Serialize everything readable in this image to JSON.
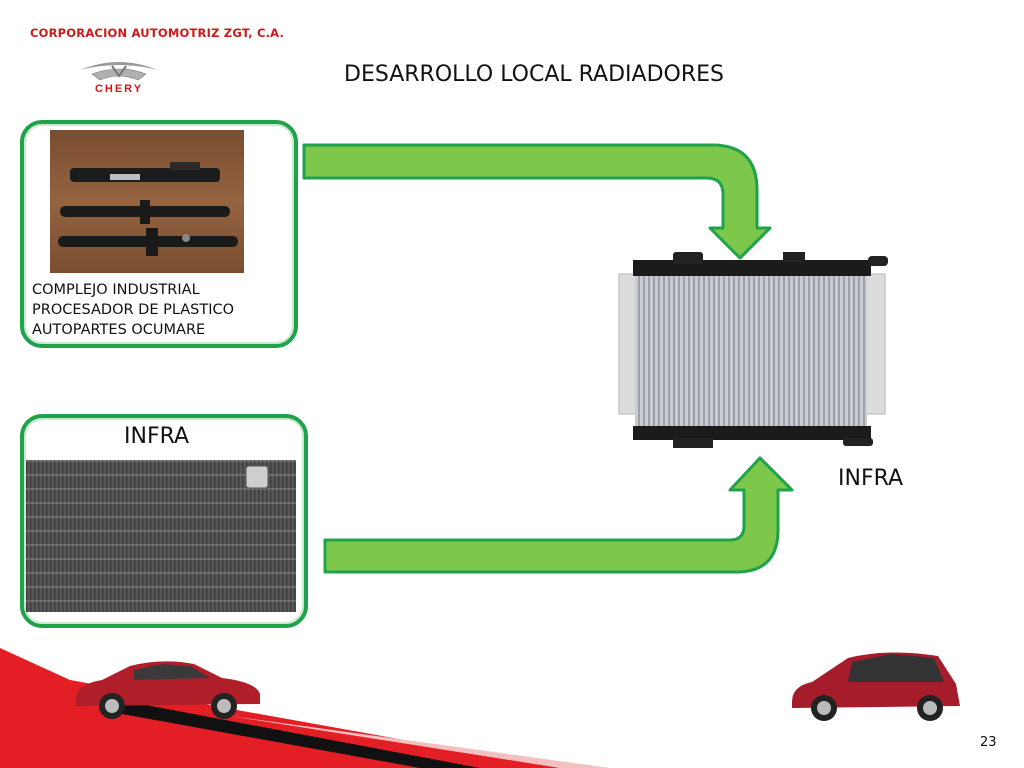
{
  "header": {
    "company": "CORPORACION AUTOMOTRIZ  ZGT, C.A.",
    "logo_text": "CHERY",
    "title": "DESARROLLO LOCAL RADIADORES"
  },
  "supplier_box": {
    "lines": [
      "COMPLEJO INDUSTRIAL",
      "PROCESADOR DE PLASTICO",
      "AUTOPARTES OCUMARE"
    ]
  },
  "infra_box": {
    "label": "INFRA"
  },
  "radiator": {
    "label": "INFRA"
  },
  "footer": {
    "page_number": "23"
  },
  "colors": {
    "accent_green": "#1fa34a",
    "arrow_fill": "#7dc84a",
    "brand_red": "#cc1a1a",
    "car_red": "#b01e2a"
  }
}
